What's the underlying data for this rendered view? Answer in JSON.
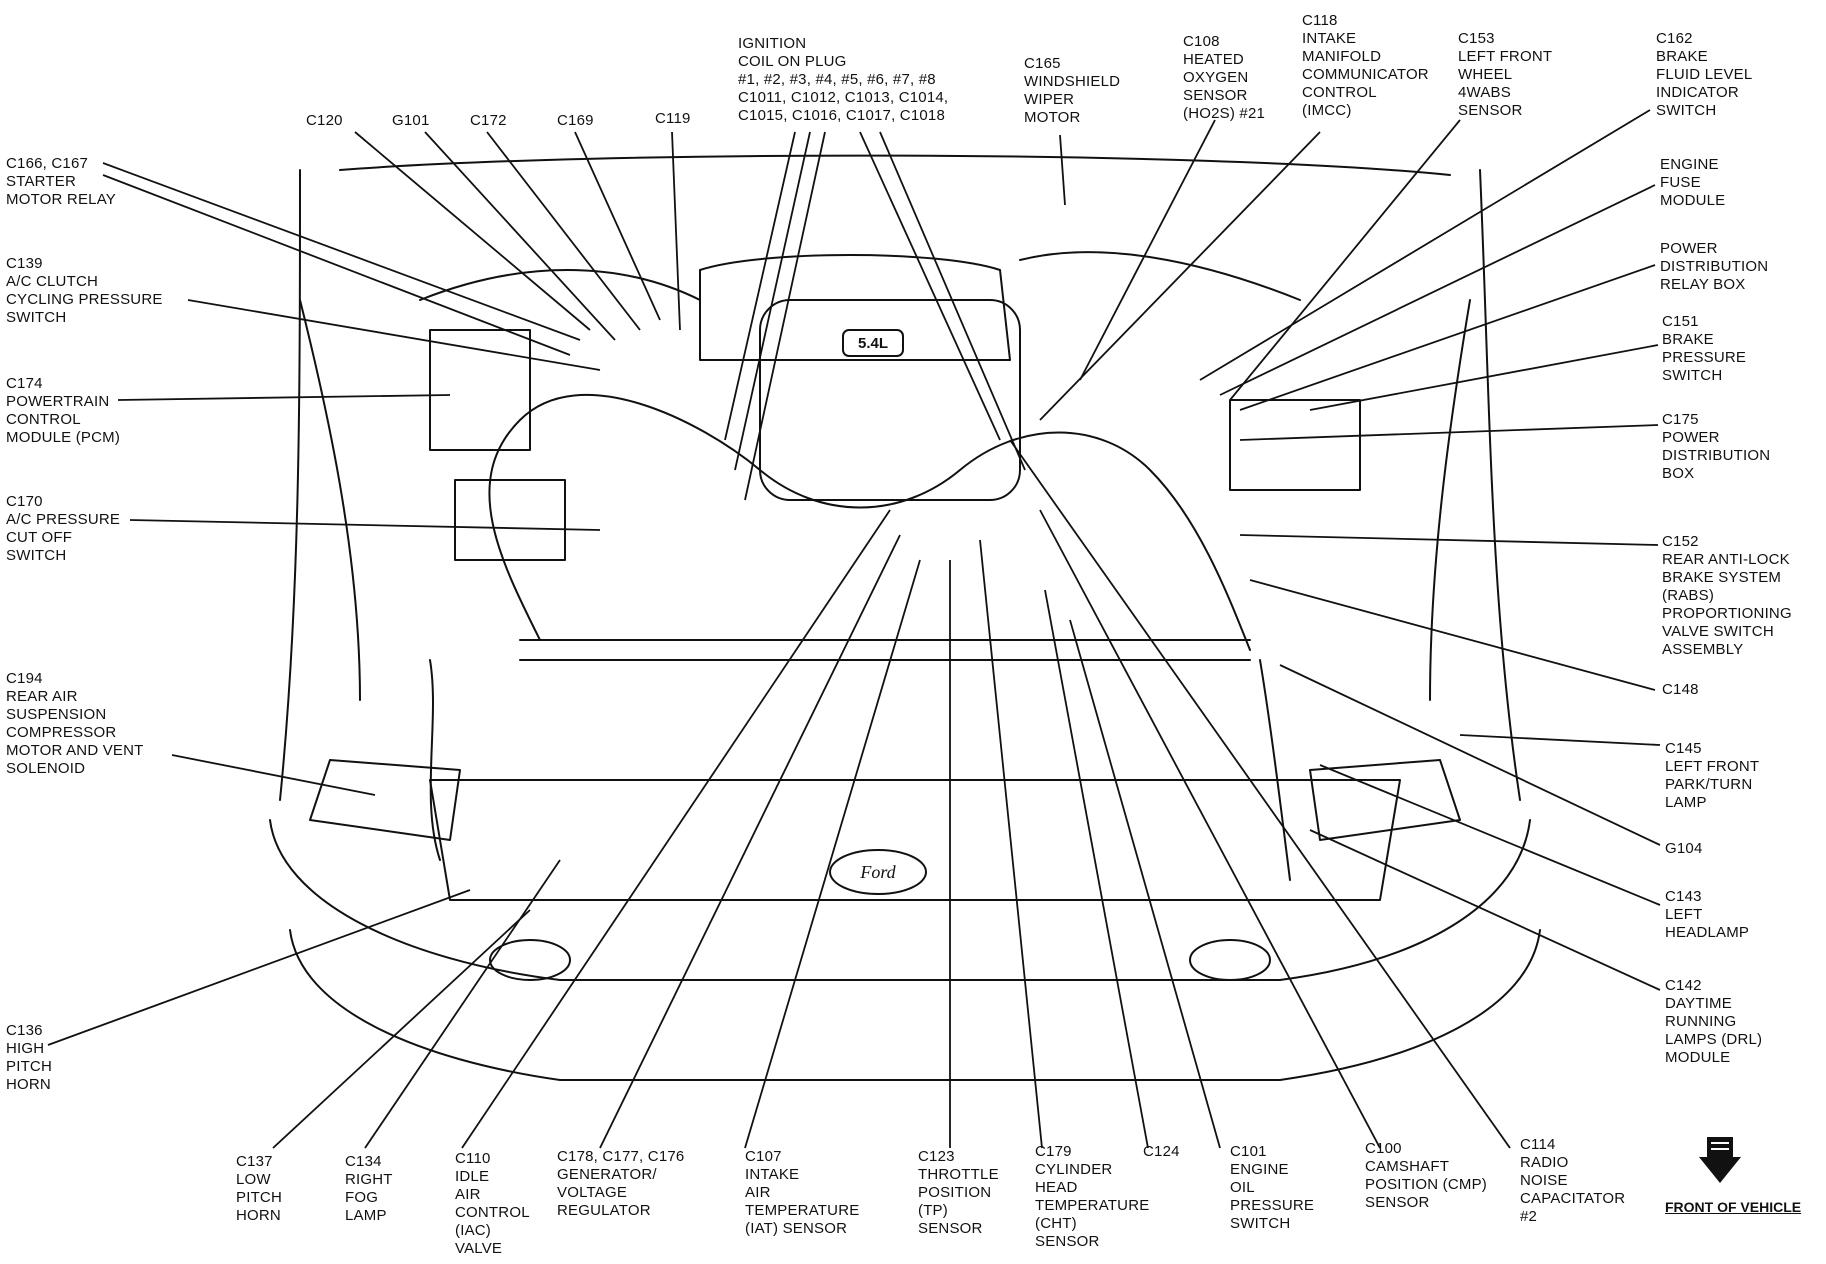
{
  "labels": [
    {
      "id": "c166_c167",
      "text": "C166, C167\nSTARTER\nMOTOR RELAY"
    },
    {
      "id": "c139",
      "text": "C139\nA/C CLUTCH\nCYCLING PRESSURE\nSWITCH"
    },
    {
      "id": "c174",
      "text": "C174\nPOWERTRAIN\nCONTROL\nMODULE (PCM)"
    },
    {
      "id": "c170",
      "text": "C170\nA/C PRESSURE\nCUT OFF\nSWITCH"
    },
    {
      "id": "c194",
      "text": "C194\nREAR AIR\nSUSPENSION\nCOMPRESSOR\nMOTOR AND VENT\nSOLENOID"
    },
    {
      "id": "c136",
      "text": "C136\nHIGH\nPITCH\nHORN"
    },
    {
      "id": "c120",
      "text": "C120"
    },
    {
      "id": "g101",
      "text": "G101"
    },
    {
      "id": "c172",
      "text": "C172"
    },
    {
      "id": "c169",
      "text": "C169"
    },
    {
      "id": "c119",
      "text": "C119"
    },
    {
      "id": "ignition",
      "text": "IGNITION\nCOIL ON PLUG\n#1, #2, #3, #4, #5, #6, #7, #8\nC1011, C1012, C1013, C1014,\nC1015, C1016, C1017, C1018"
    },
    {
      "id": "c165",
      "text": "C165\nWINDSHIELD\nWIPER\nMOTOR"
    },
    {
      "id": "c108",
      "text": "C108\nHEATED\nOXYGEN\nSENSOR\n(HO2S) #21"
    },
    {
      "id": "c118",
      "text": "C118\nINTAKE\nMANIFOLD\nCOMMUNICATOR\nCONTROL\n(IMCC)"
    },
    {
      "id": "c153",
      "text": "C153\nLEFT FRONT\nWHEEL\n4WABS\nSENSOR"
    },
    {
      "id": "c162",
      "text": "C162\nBRAKE\nFLUID LEVEL\nINDICATOR\nSWITCH"
    },
    {
      "id": "engine_fuse",
      "text": "ENGINE\nFUSE\nMODULE"
    },
    {
      "id": "power_relay",
      "text": "POWER\nDISTRIBUTION\nRELAY BOX"
    },
    {
      "id": "c151",
      "text": "C151\nBRAKE\nPRESSURE\nSWITCH"
    },
    {
      "id": "c175",
      "text": "C175\nPOWER\nDISTRIBUTION\nBOX"
    },
    {
      "id": "c152",
      "text": "C152\nREAR ANTI-LOCK\nBRAKE SYSTEM\n(RABS)\nPROPORTIONING\nVALVE SWITCH\nASSEMBLY"
    },
    {
      "id": "c148",
      "text": "C148"
    },
    {
      "id": "c145",
      "text": "C145\nLEFT FRONT\nPARK/TURN\nLAMP"
    },
    {
      "id": "g104",
      "text": "G104"
    },
    {
      "id": "c143",
      "text": "C143\nLEFT\nHEADLAMP"
    },
    {
      "id": "c142",
      "text": "C142\nDAYTIME\nRUNNING\nLAMPS (DRL)\nMODULE"
    },
    {
      "id": "c137",
      "text": "C137\nLOW\nPITCH\nHORN"
    },
    {
      "id": "c134",
      "text": "C134\nRIGHT\nFOG\nLAMP"
    },
    {
      "id": "c110",
      "text": "C110\nIDLE\nAIR\nCONTROL\n(IAC)\nVALVE"
    },
    {
      "id": "c178",
      "text": "C178, C177, C176\nGENERATOR/\nVOLTAGE\nREGULATOR"
    },
    {
      "id": "c107",
      "text": "C107\nINTAKE\nAIR\nTEMPERATURE\n(IAT) SENSOR"
    },
    {
      "id": "c123",
      "text": "C123\nTHROTTLE\nPOSITION\n(TP)\nSENSOR"
    },
    {
      "id": "c179",
      "text": "C179\nCYLINDER\nHEAD\nTEMPERATURE\n(CHT)\nSENSOR"
    },
    {
      "id": "c124",
      "text": "C124"
    },
    {
      "id": "c101",
      "text": "C101\nENGINE\nOIL\nPRESSURE\nSWITCH"
    },
    {
      "id": "c100",
      "text": "C100\nCAMSHAFT\nPOSITION (CMP)\nSENSOR"
    },
    {
      "id": "c114",
      "text": "C114\nRADIO\nNOISE\nCAPACITATOR\n#2"
    }
  ],
  "front_of_vehicle": "FRONT OF VEHICLE",
  "emblem_text": "Ford",
  "engine_badge": "5.4L",
  "colors": {
    "ink": "#111111",
    "background": "#ffffff"
  }
}
